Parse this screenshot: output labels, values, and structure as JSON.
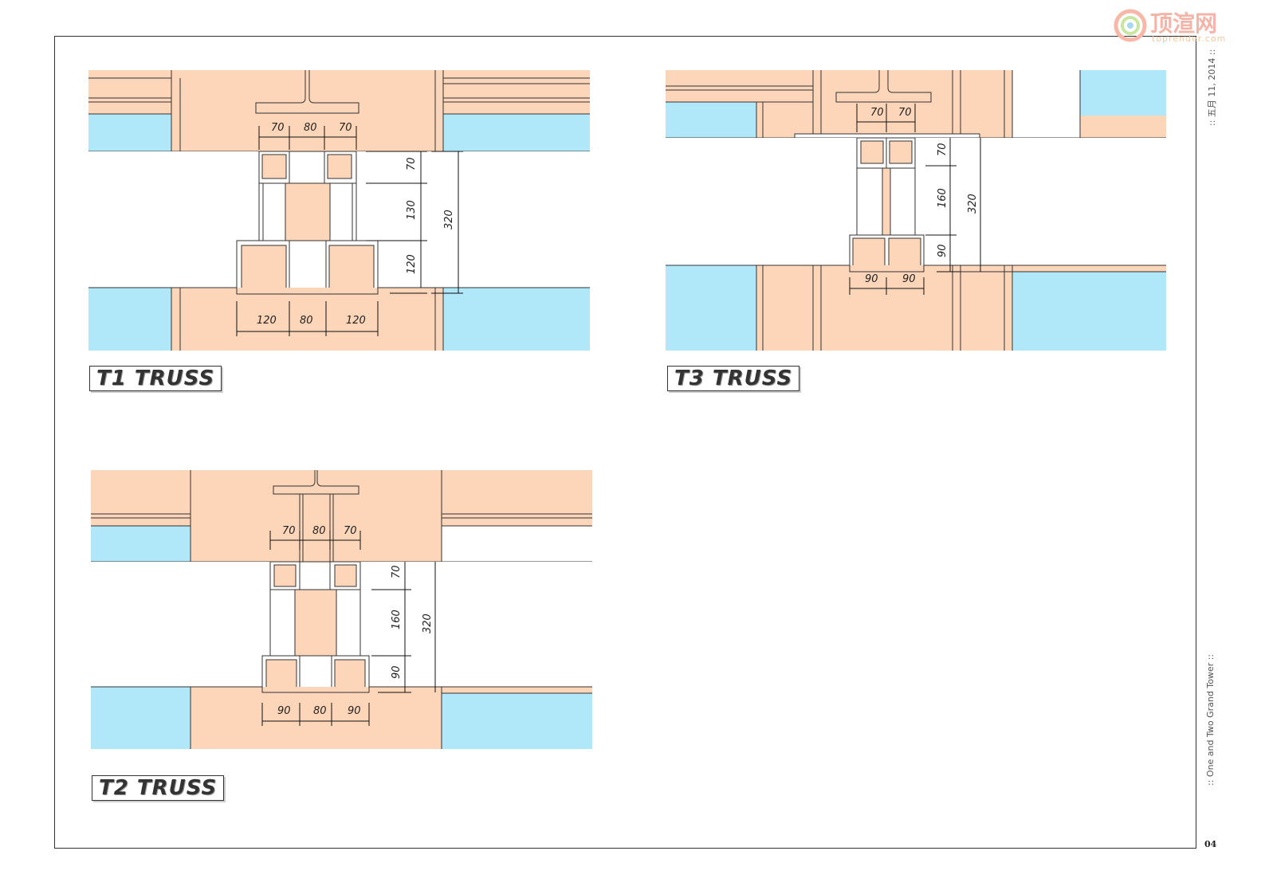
{
  "page": {
    "side_date": ":: 五月 11, 2014 ::",
    "side_title": ":: One and Two Grand Tower ::",
    "page_number": "04"
  },
  "logo": {
    "text": "顶渲网",
    "sub": "toprender.com"
  },
  "colors": {
    "wall": "#fdd5b8",
    "glass": "#b0e8fa",
    "line": "#333333",
    "frame": "#333333"
  },
  "truss_t1": {
    "title": "T1 TRUSS",
    "top_dims": [
      "70",
      "80",
      "70"
    ],
    "bottom_dims": [
      "120",
      "80",
      "120"
    ],
    "vertical_dims": [
      "70",
      "130",
      "120"
    ],
    "total_height": "320"
  },
  "truss_t3": {
    "title": "T3 TRUSS",
    "top_dims": [
      "70",
      "70"
    ],
    "bottom_dims": [
      "90",
      "90"
    ],
    "vertical_dims": [
      "70",
      "160",
      "90"
    ],
    "total_height": "320"
  },
  "truss_t2": {
    "title": "T2 TRUSS",
    "top_dims": [
      "70",
      "80",
      "70"
    ],
    "bottom_dims": [
      "90",
      "80",
      "90"
    ],
    "vertical_dims": [
      "70",
      "160",
      "90"
    ],
    "total_height": "320"
  }
}
